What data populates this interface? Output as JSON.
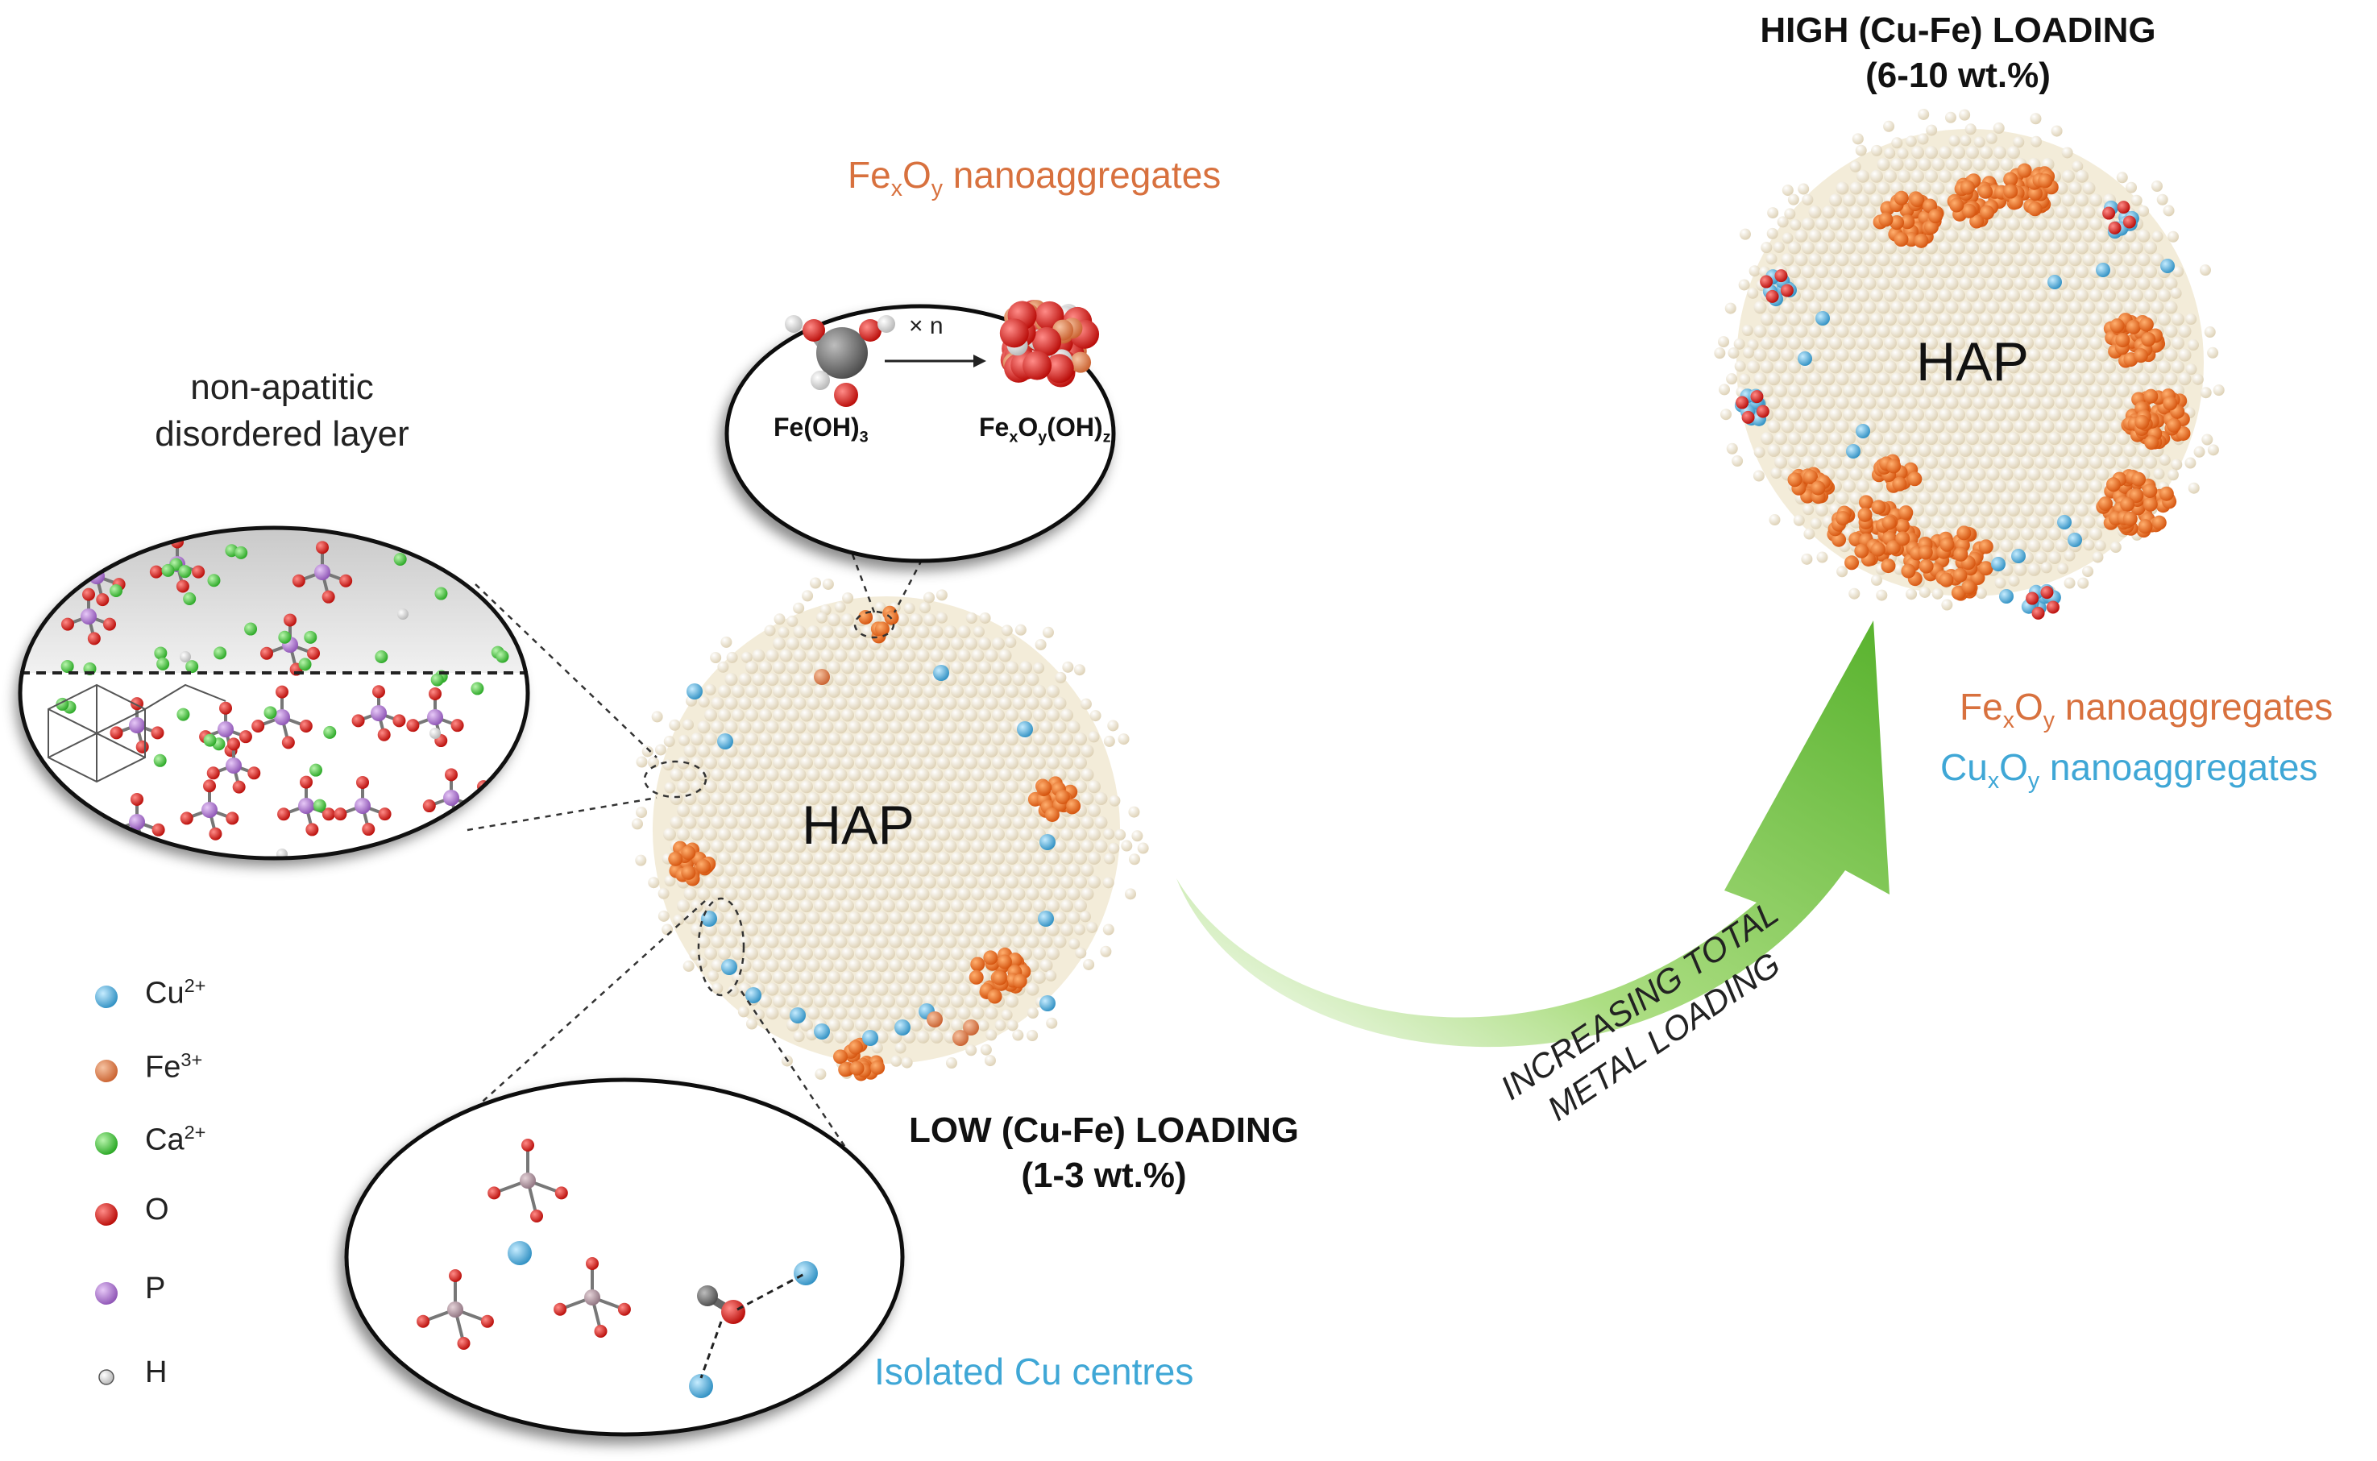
{
  "colors": {
    "cu": "#41a9dc",
    "fe": "#e57a45",
    "ca": "#3ecb3a",
    "o": "#e11c16",
    "p": "#b27ad8",
    "h": "#ffffff",
    "feox": "#f06a1a",
    "arrow": "#6cc03a",
    "hap": "#efe6d0"
  },
  "labels": {
    "nonapatitic_line1": "non-apatitic",
    "nonapatitic_line2": "disordered layer",
    "fexoy_top": {
      "base": "Fe",
      "s1": "x",
      "mid": "O",
      "s2": "y",
      "tail": " nanoaggregates"
    },
    "reaction": {
      "multiplier": "× n",
      "reactant": "Fe(OH)",
      "reactant_sub": "3",
      "product_a": "Fe",
      "product_x": "x",
      "product_b": "O",
      "product_y": "y",
      "product_c": "(OH)",
      "product_z": "z"
    },
    "hap_low": "HAP",
    "hap_high": "HAP",
    "low_loading_line1": "LOW (Cu-Fe) LOADING",
    "low_loading_line2": "(1-3 wt.%)",
    "high_loading_line1": "HIGH (Cu-Fe) LOADING",
    "high_loading_line2": "(6-10 wt.%)",
    "arrow_line1": "INCREASING TOTAL",
    "arrow_line2": "METAL LOADING",
    "fexoy_right": {
      "base": "Fe",
      "s1": "x",
      "mid": "O",
      "s2": "y",
      "tail": " nanoaggregates"
    },
    "cuxoy_right": {
      "base": "Cu",
      "s1": "x",
      "mid": "O",
      "s2": "y",
      "tail": " nanoaggregates"
    },
    "isolated_cu": "Isolated Cu centres"
  },
  "legend": [
    {
      "label": "Cu",
      "charge": "2+",
      "color": "#41a9dc"
    },
    {
      "label": "Fe",
      "charge": "3+",
      "color": "#e57a45"
    },
    {
      "label": "Ca",
      "charge": "2+",
      "color": "#3ecb3a"
    },
    {
      "label": "O",
      "charge": "",
      "color": "#e11c16"
    },
    {
      "label": "P",
      "charge": "",
      "color": "#b27ad8"
    },
    {
      "label": "H",
      "charge": "",
      "color": "#ffffff"
    }
  ]
}
